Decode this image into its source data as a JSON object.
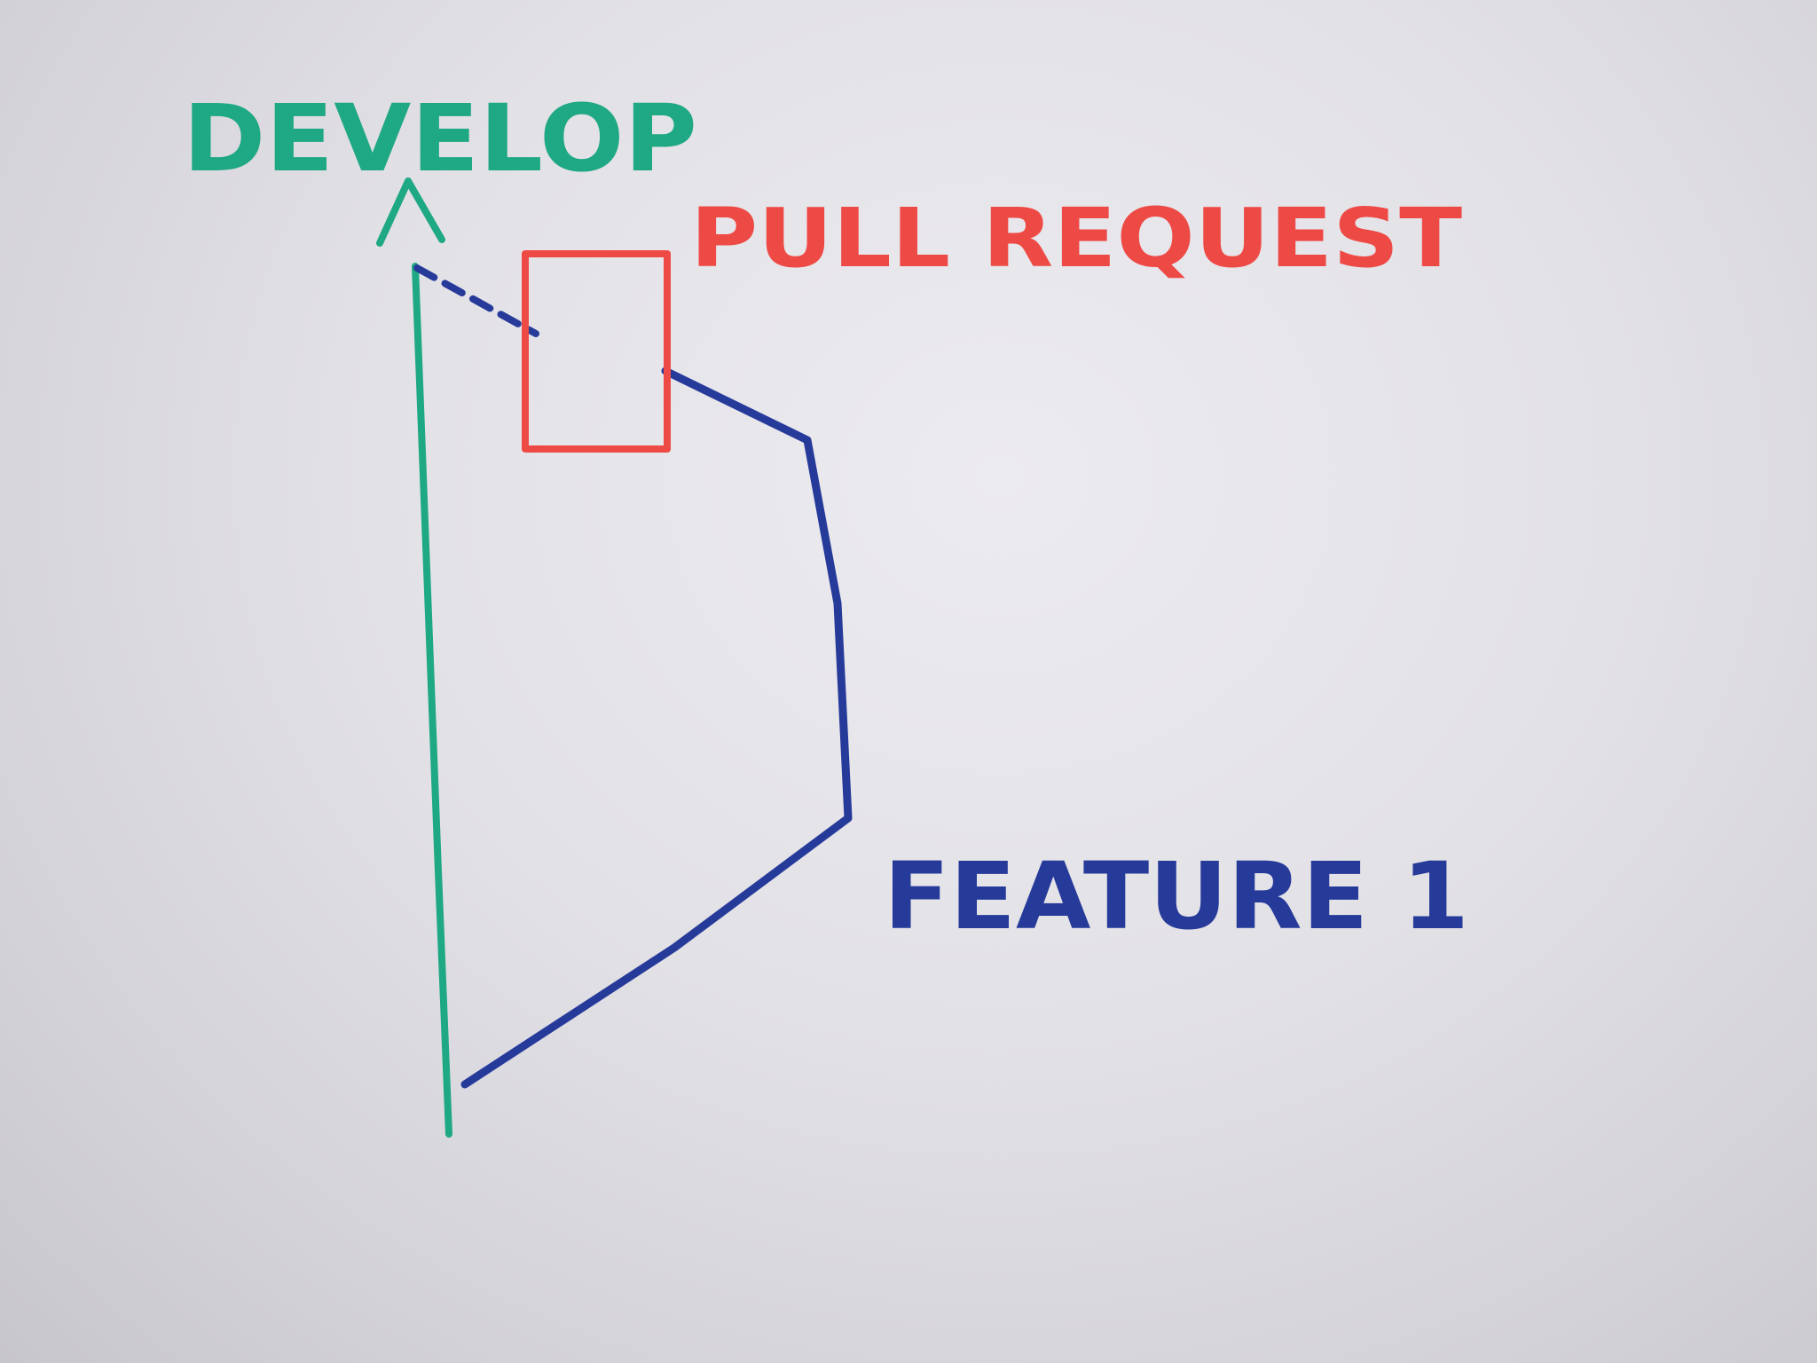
{
  "labels": {
    "develop": "DEVELOP",
    "pull_request": "PULL REQUEST",
    "feature": "FEATURE 1"
  },
  "colors": {
    "develop": "#1fa884",
    "pull_request": "#ee4a45",
    "feature": "#263a9a",
    "board": "#e6e5ea"
  }
}
